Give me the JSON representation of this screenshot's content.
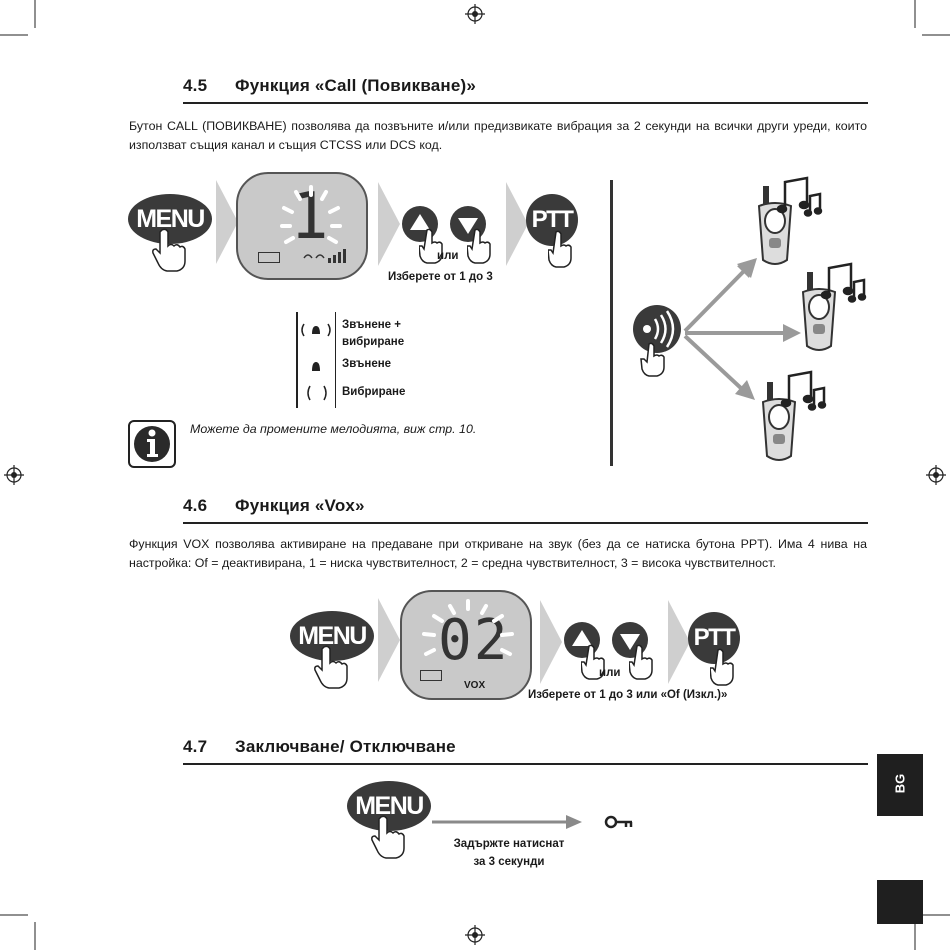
{
  "sec45": {
    "num": "4.5",
    "title": "Функция «Call (Повикване)»",
    "body": "Бутон CALL (ПОВИКВАНЕ) позволява да позвъните и/или предизвикате вибрация за 2 секунди на всички други уреди, които използват същия канал и същия CTCSS или DCS код.",
    "menu_label": "MENU",
    "ptt_label": "PTT",
    "or_label": "или",
    "select_label": "Изберете от 1 до 3",
    "lcd_value": "1",
    "legend": [
      {
        "icon": "ring-vibrate-icon",
        "label": "Звънене + вибриране"
      },
      {
        "icon": "ring-icon",
        "label": "Звънене"
      },
      {
        "icon": "vibrate-icon",
        "label": "Вибриране"
      }
    ],
    "info_note": "Можете да промените мелодията, виж стр. 10."
  },
  "sec46": {
    "num": "4.6",
    "title": "Функция «Vox»",
    "body": "Функция VOX позволява активиране на предаване при откриване на звук (без да се натиска бутона PPT). Има 4 нива на настройка: Of = деактивирана, 1 = ниска чувствителност, 2 = средна чувствителност, 3 = висока чувствителност.",
    "menu_label": "MENU",
    "ptt_label": "PTT",
    "or_label": "или",
    "lcd_value": "02",
    "lcd_vox": "VOX",
    "select_label": "Изберете от 1 до 3 или «Of (Изкл.)»"
  },
  "sec47": {
    "num": "4.7",
    "title": "Заключване/ Отключване",
    "menu_label": "MENU",
    "hold_label_1": "Задържте натиснат",
    "hold_label_2": "за 3 секунди"
  },
  "side_tab": "BG"
}
